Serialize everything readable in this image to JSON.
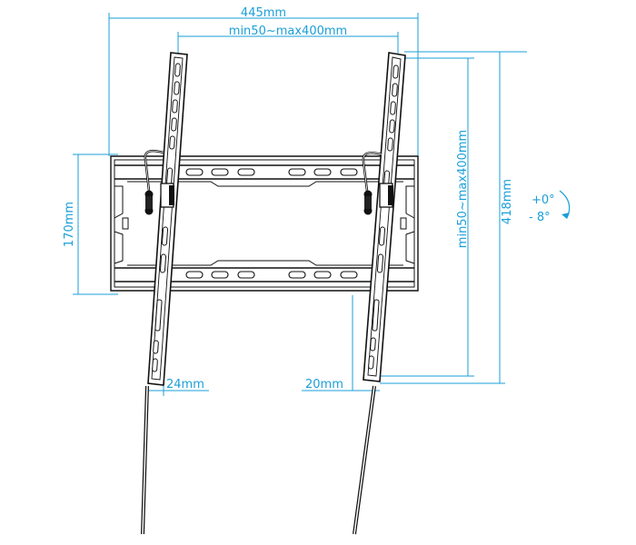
{
  "dimensions": {
    "total_width": "445mm",
    "vesa_horizontal": "min50~max400mm",
    "plate_height": "170mm",
    "vesa_vertical": "min50~max400mm",
    "total_height": "418mm",
    "arm_width": "24mm",
    "wall_offset": "20mm"
  },
  "tilt": {
    "up": "+0°",
    "down": "- 8°"
  },
  "colors": {
    "dimension_line": "#1a9fd8",
    "drawing": "#111111"
  }
}
